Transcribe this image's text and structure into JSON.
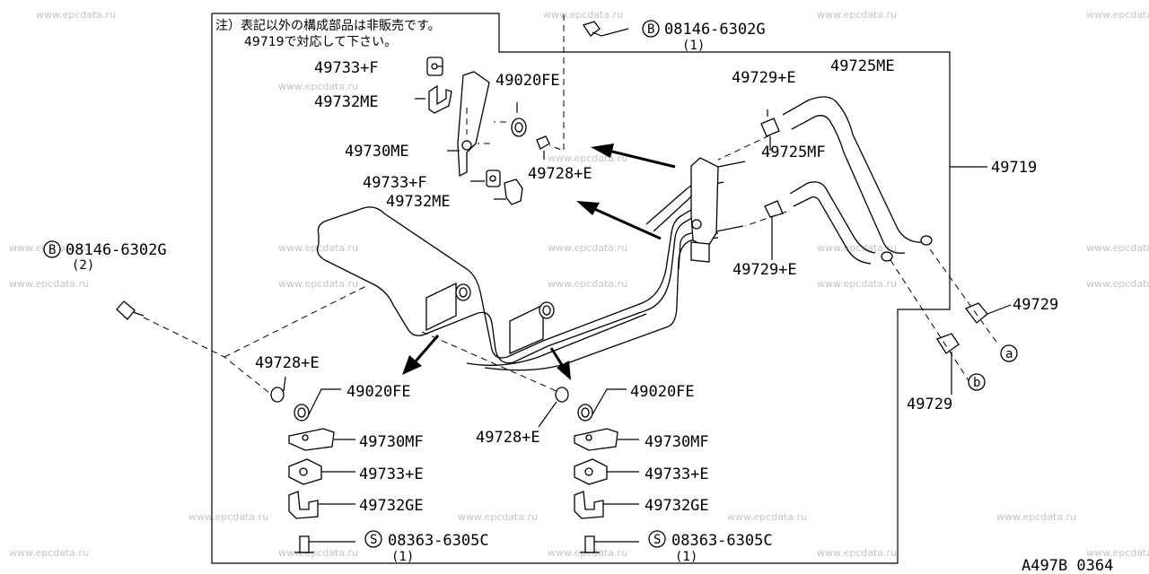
{
  "watermark": "www.epcdata.ru",
  "note": {
    "line1": "注）表記以外の構成部品は非販売です。",
    "line2": "49719で対応して下さい。"
  },
  "labels": {
    "top_bolt": "08146-6302G",
    "top_bolt_qty": "(1)",
    "left_bolt": "08146-6302G",
    "left_bolt_qty": "(2)",
    "p49733F_a": "49733+F",
    "p49732ME_a": "49732ME",
    "p49020FE_top": "49020FE",
    "p49730ME": "49730ME",
    "p49733F_b": "49733+F",
    "p49728E_top": "49728+E",
    "p49732ME_b": "49732ME",
    "p49729E_top": "49729+E",
    "p49725ME": "49725ME",
    "p49725MF": "49725MF",
    "p49719": "49719",
    "p49729E_mid": "49729+E",
    "p49729_right": "49729",
    "p49729_bottom": "49729",
    "p49728E_left": "49728+E",
    "p49020FE_left": "49020FE",
    "p49730MF_left": "49730MF",
    "p49733E_left": "49733+E",
    "p49732GE_left": "49732GE",
    "screw_left": "08363-6305C",
    "screw_left_qty": "(1)",
    "p49020FE_right": "49020FE",
    "p49728E_right": "49728+E",
    "p49730MF_right": "49730MF",
    "p49733E_right": "49733+E",
    "p49732GE_right": "49732GE",
    "screw_right": "08363-6305C",
    "screw_right_qty": "(1)",
    "ref_a": "a",
    "ref_b": "b",
    "sym_B": "B",
    "sym_S": "S",
    "code": "A497B 0364"
  }
}
